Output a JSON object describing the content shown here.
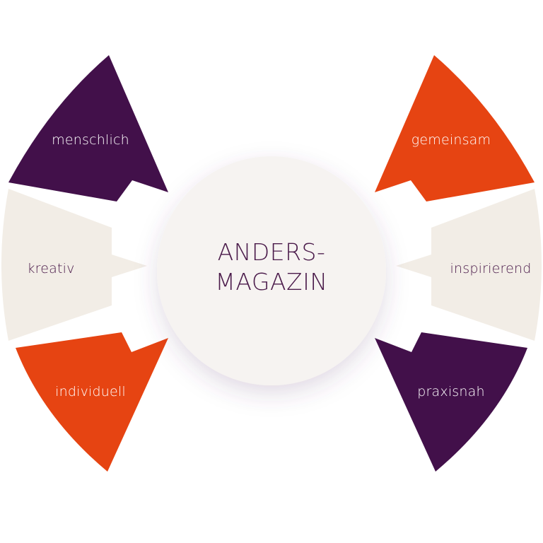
{
  "center": {
    "line1": "ANDERS-",
    "line2": "MAGAZIN",
    "text_color": "#4a1a4a"
  },
  "segments": [
    {
      "id": "top-left",
      "label": "menschlich",
      "fill": "#42104a",
      "text_color": "#ffffff"
    },
    {
      "id": "mid-left",
      "label": "kreativ",
      "fill": "#f2ede6",
      "text_color": "#4a1a4a"
    },
    {
      "id": "bottom-left",
      "label": "individuell",
      "fill": "#e64412",
      "text_color": "#ffffff"
    },
    {
      "id": "top-right",
      "label": "gemeinsam",
      "fill": "#e64412",
      "text_color": "#ffffff"
    },
    {
      "id": "mid-right",
      "label": "inspirierend",
      "fill": "#f2ede6",
      "text_color": "#4a1a4a"
    },
    {
      "id": "bottom-right",
      "label": "praxisnah",
      "fill": "#42104a",
      "text_color": "#ffffff"
    }
  ],
  "colors": {
    "purple": "#42104a",
    "orange": "#e64412",
    "cream": "#f2ede6",
    "circle": "#f6f3f1"
  }
}
